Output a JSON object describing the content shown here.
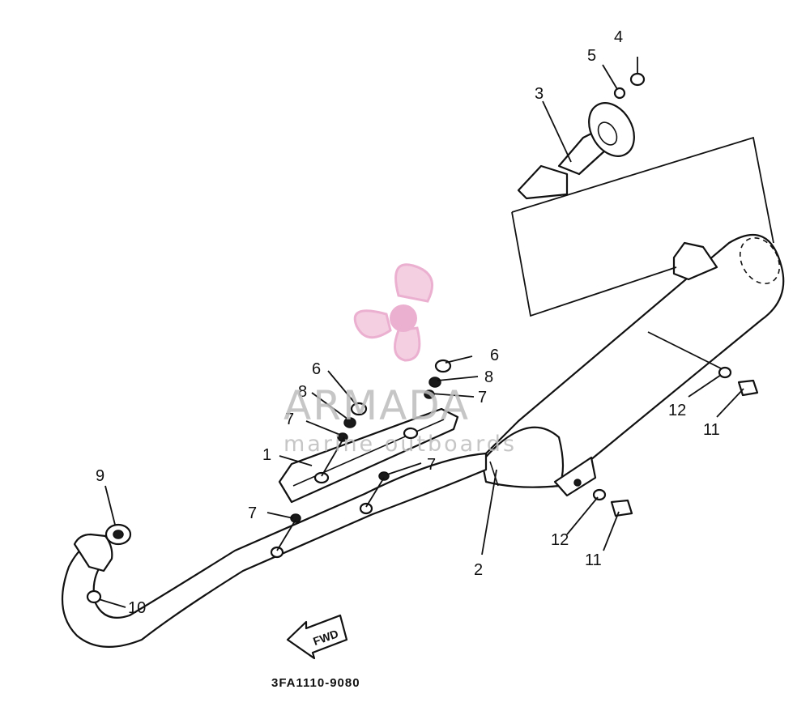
{
  "diagram": {
    "part_code": "3FA1110-9080",
    "callouts": [
      "1",
      "2",
      "3",
      "4",
      "5",
      "6",
      "6",
      "7",
      "7",
      "7",
      "7",
      "8",
      "8",
      "9",
      "10",
      "11",
      "11",
      "12",
      "12"
    ],
    "fwd_arrow_text": "FWD"
  },
  "watermark": {
    "brand": "ARMADA",
    "tagline": "marine outboards",
    "logo_color": "#e8a3c8"
  }
}
